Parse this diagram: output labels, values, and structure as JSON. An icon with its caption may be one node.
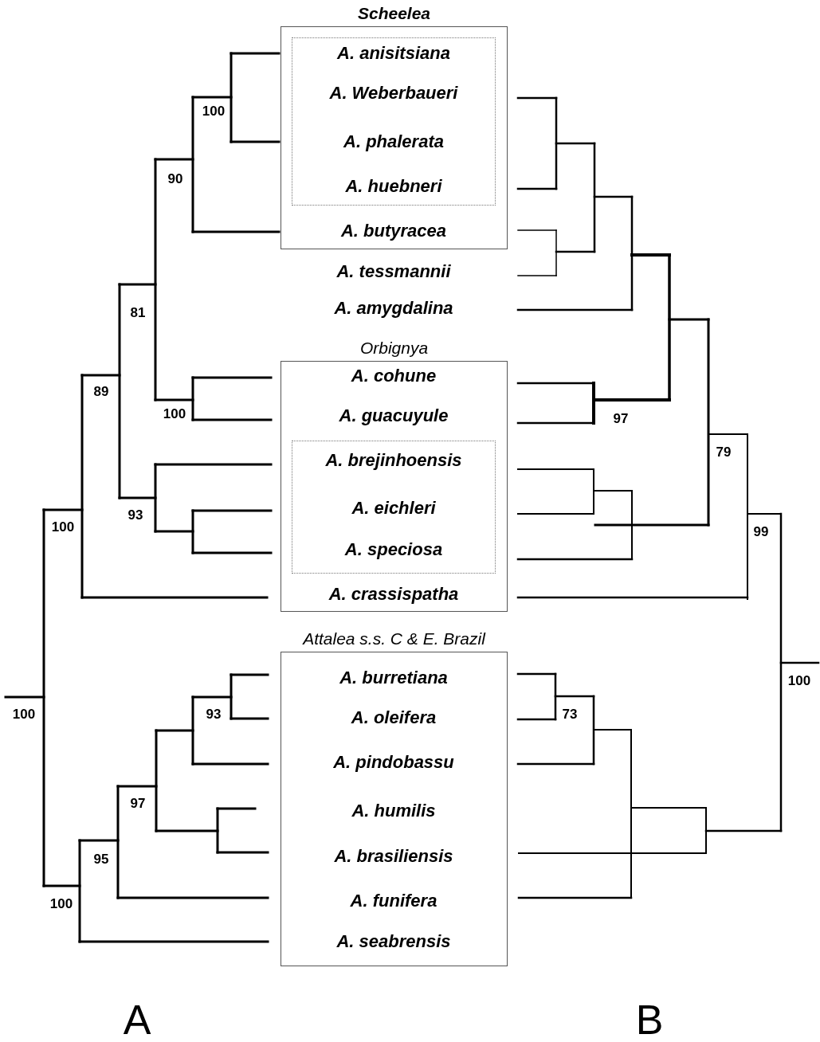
{
  "diagram": {
    "nodes": [
      {
        "text": [
          "Scheelea"
        ]
      },
      {
        "text": [],
        "shape": "box",
        "in": 0
      },
      {
        "text": [
          "A. anisitsiana"
        ],
        "in": 1
      },
      {
        "text": [
          "A. Weberbaueri"
        ],
        "in": 1
      },
      {
        "text": [
          "A. phalerata"
        ],
        "in": 1
      },
      {
        "text": [
          "A. huebneri"
        ],
        "in": 1
      },
      {
        "text": [
          "A. butyracea"
        ],
        "in": 0
      },
      {
        "text": [
          "A. tessmannii"
        ]
      },
      {
        "text": [
          "A. amygdalina"
        ]
      },
      {
        "text": [
          "Orbignya"
        ]
      },
      {
        "text": [
          "A. cohune"
        ],
        "in": 9
      },
      {
        "text": [
          "A. guacuyule"
        ],
        "in": 9
      },
      {
        "text": [],
        "shape": "box",
        "in": 9
      },
      {
        "text": [
          "A. brejinhoensis"
        ],
        "in": 12
      },
      {
        "text": [
          "A. eichleri"
        ],
        "in": 12
      },
      {
        "text": [
          "A. speciosa"
        ],
        "in": 12
      },
      {
        "text": [
          "A. crassispatha"
        ],
        "in": 9
      },
      {
        "text": [
          "Attalea s.s. C & E. Brazil"
        ]
      },
      {
        "text": [
          "A. burretiana"
        ],
        "in": 17
      },
      {
        "text": [
          "A. oleifera"
        ],
        "in": 17
      },
      {
        "text": [
          "A. pindobassu"
        ],
        "in": 17
      },
      {
        "text": [
          "A. humilis"
        ],
        "in": 17
      },
      {
        "text": [
          "A. brasiliensis"
        ],
        "in": 17
      },
      {
        "text": [
          "A. funifera"
        ],
        "in": 17
      },
      {
        "text": [
          "A. seabrensis"
        ],
        "in": 17
      }
    ],
    "labels": [
      "100",
      "90",
      "81",
      "89",
      "100",
      "97",
      "79",
      "93",
      "100",
      "99",
      "100",
      "100",
      "93",
      "73",
      "97",
      "95",
      "100",
      "A",
      "B"
    ]
  }
}
